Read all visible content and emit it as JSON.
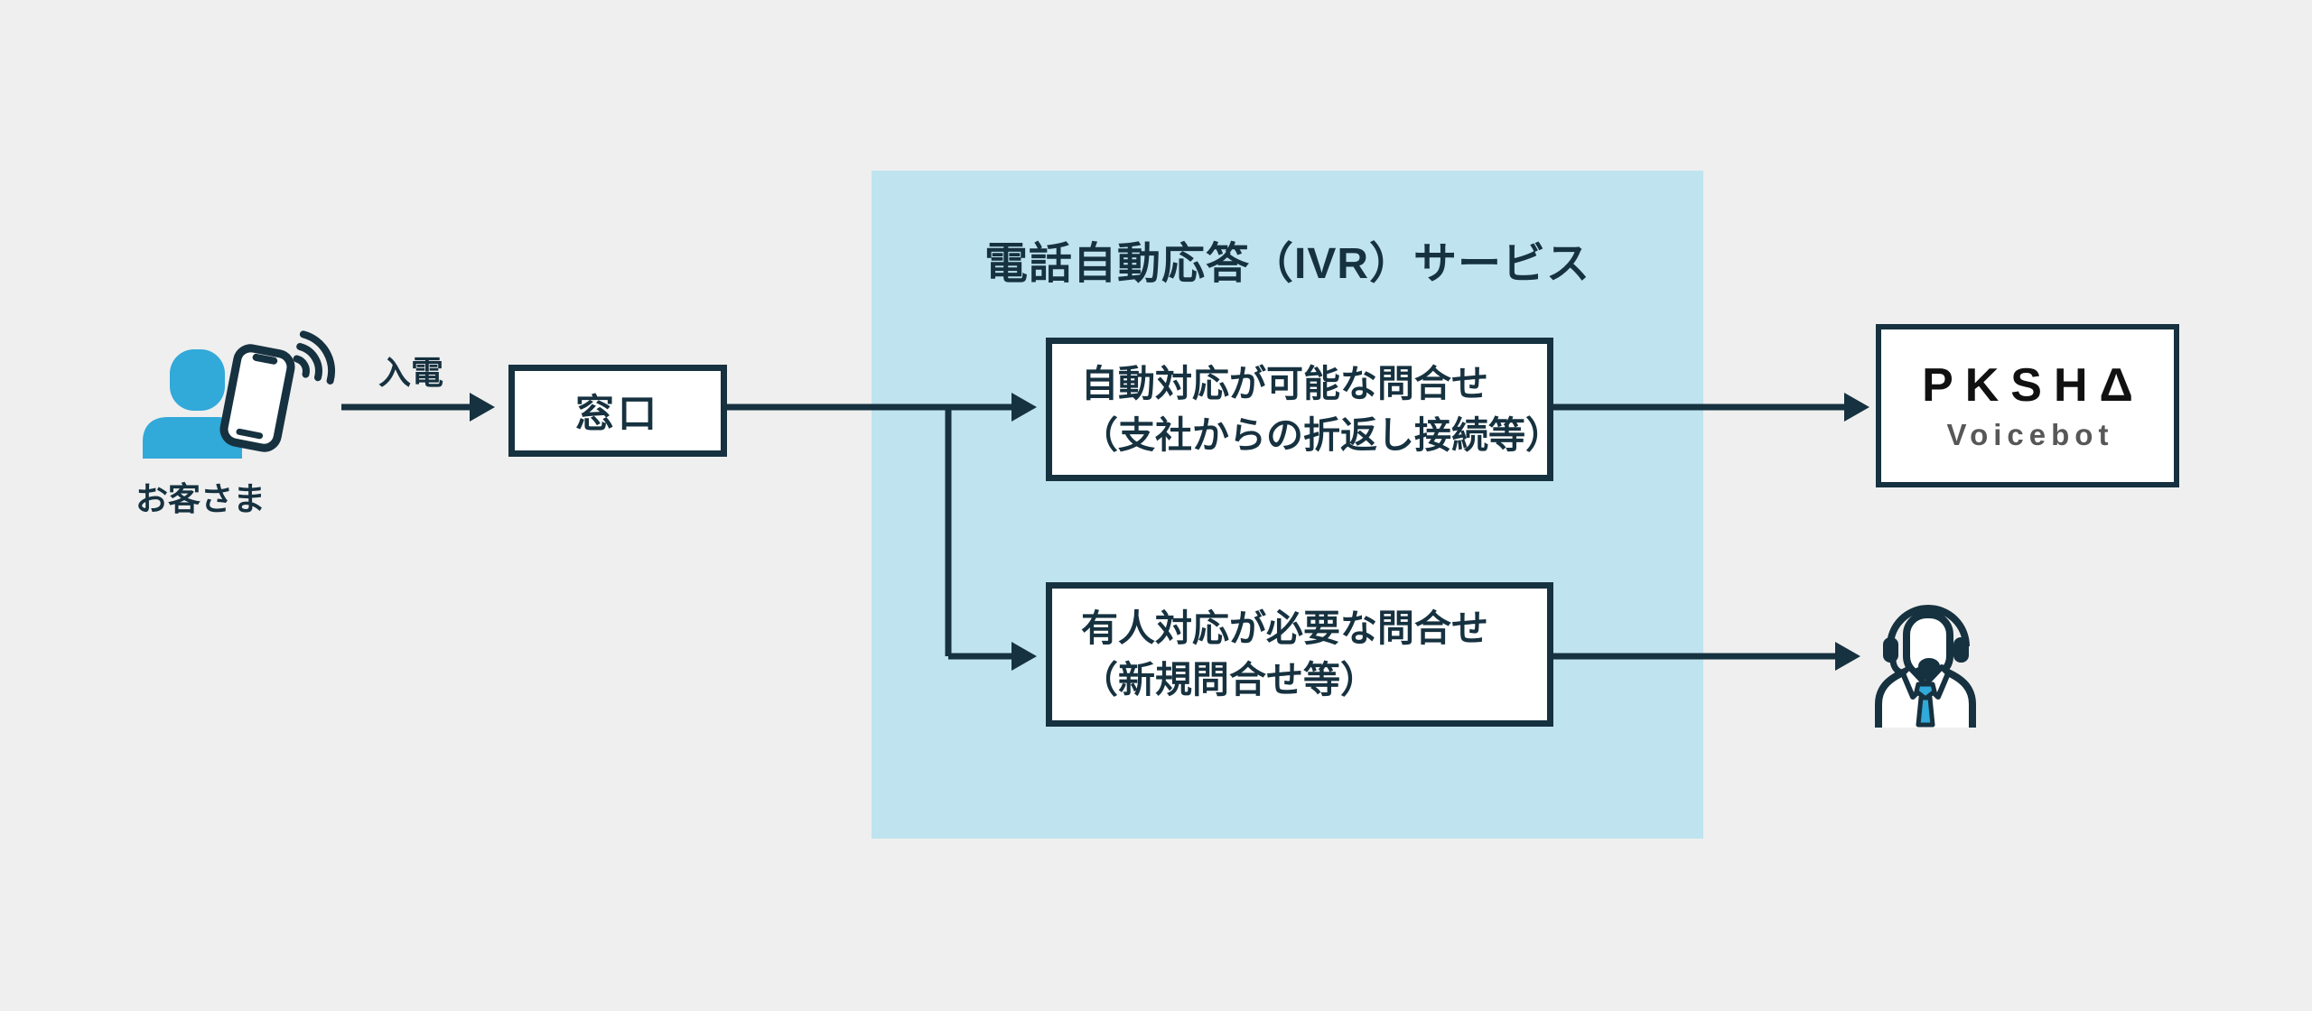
{
  "colors": {
    "navy": "#16313f",
    "panel_blue": "#bfe3ef",
    "accent_blue": "#31a9d9",
    "background": "#efefef",
    "logo_black": "#111111",
    "logo_gray": "#575757"
  },
  "customer": {
    "label": "お客さま"
  },
  "incoming_call": {
    "label": "入電"
  },
  "reception": {
    "label": "窓口"
  },
  "ivr": {
    "title": "電話自動応答（IVR）サービス",
    "boxes": [
      {
        "line1": "自動対応が可能な問合せ",
        "line2": "（支社からの折返し接続等）"
      },
      {
        "line1": "有人対応が必要な問合せ",
        "line2": "（新規問合せ等）"
      }
    ]
  },
  "voicebot": {
    "brand": "PKSHA",
    "brand_display": "PKSHΔ",
    "product": "Voicebot"
  }
}
